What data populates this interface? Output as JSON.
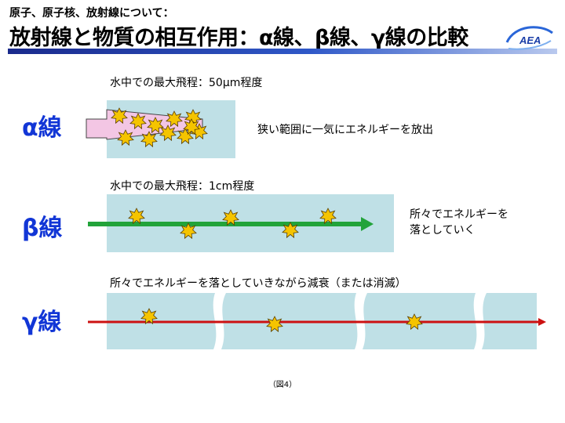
{
  "header": {
    "subtitle": "原子、原子核、放射線について：",
    "title": "放射線と物質の相互作用：α線、β線、γ線の比較",
    "logo_text": "AEA"
  },
  "alpha": {
    "label": "α線",
    "range": "水中での最大飛程：50μm程度",
    "description": "狭い範囲に一気にエネルギーを放出"
  },
  "beta": {
    "label": "β線",
    "range": "水中での最大飛程：1cm程度",
    "description_lines": [
      "所々でエネルギーを",
      "落としていく"
    ]
  },
  "gamma": {
    "label": "γ線",
    "description": "所々でエネルギーを落としていきながら減衰（または消滅）"
  },
  "caption": "（図4）",
  "colors": {
    "water": "#bfe0e6",
    "alpha_beam": "#f3c6e4",
    "beta_arrow": "#22a33a",
    "gamma_arrow": "#cc1111",
    "label_blue": "#1236d6",
    "star_fill": "#f5c400"
  },
  "icons": [
    "ionization-star-icon",
    "arrowhead-icon"
  ]
}
